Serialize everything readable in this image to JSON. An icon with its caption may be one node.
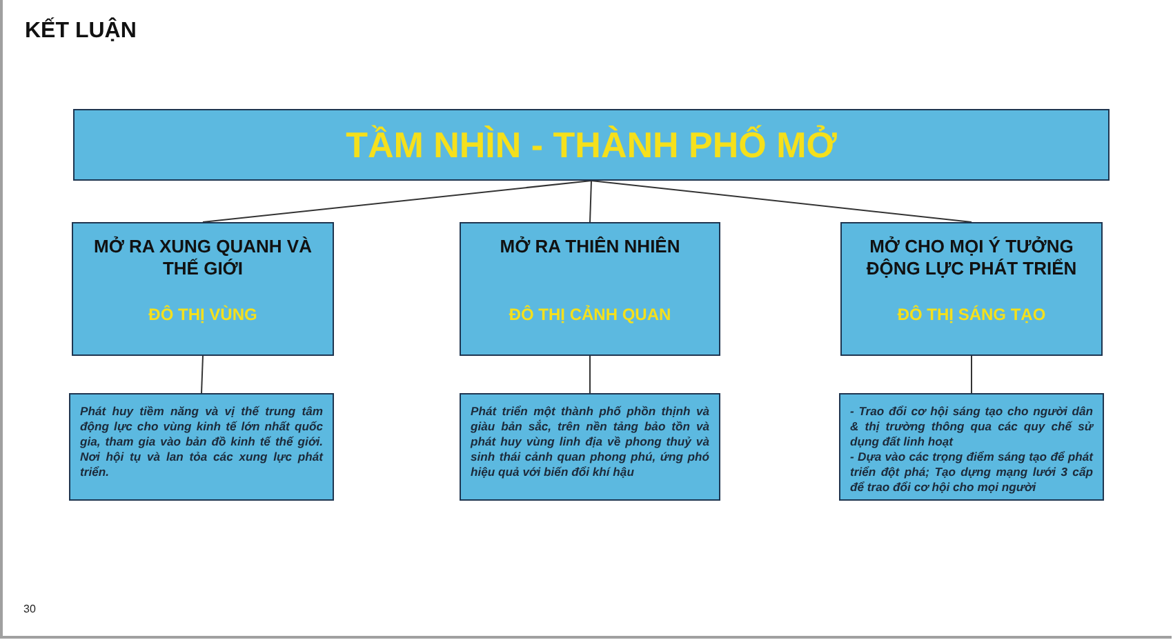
{
  "diagram": {
    "title": "KẾT LUẬN",
    "nodes": [
      {
        "text": [
          "TẦM NHÌN - THÀNH PHỐ MỞ"
        ]
      },
      {
        "text": [
          "MỞ RA XUNG QUANH VÀ THẾ GIỚI",
          "ĐÔ THỊ VÙNG"
        ]
      },
      {
        "text": [
          "MỞ RA THIÊN NHIÊN",
          "ĐÔ THỊ CẢNH QUAN"
        ]
      },
      {
        "text": [
          "MỞ CHO MỌI Ý TƯỞNG ĐỘNG LỰC PHÁT TRIỂN",
          "ĐÔ THỊ SÁNG TẠO"
        ]
      },
      {
        "text": [
          "Phát huy tiềm năng và vị thế trung tâm động lực cho vùng kinh tế lớn nhất quốc gia, tham gia vào bản đồ kinh tế thế giới. Nơi hội tụ và lan tỏa các xung lực phát triển."
        ]
      },
      {
        "text": [
          "Phát triển một thành phố phồn thịnh và giàu bản sắc, trên nền tảng bảo tồn và phát huy vùng linh địa về phong thuỷ và sinh thái cảnh quan phong phú, ứng phó hiệu quả với biến đổi khí hậu"
        ]
      },
      {
        "text": [
          "- Trao đổi cơ hội sáng tạo cho người dân & thị trường thông qua các quy chế sử dụng đất linh hoạt",
          "- Dựa vào các trọng điểm sáng tạo để phát triển đột phá; Tạo dựng mạng lưới 3 cấp để trao đổi cơ hội cho mọi người"
        ]
      }
    ],
    "edges": [
      {
        "from": 0,
        "to": 1,
        "arrow": "none"
      },
      {
        "from": 0,
        "to": 2,
        "arrow": "none"
      },
      {
        "from": 0,
        "to": 3,
        "arrow": "none"
      },
      {
        "from": 1,
        "to": 4,
        "arrow": "none"
      },
      {
        "from": 2,
        "to": 5,
        "arrow": "none"
      },
      {
        "from": 3,
        "to": 6,
        "arrow": "none"
      }
    ],
    "labels": [
      "30"
    ]
  }
}
